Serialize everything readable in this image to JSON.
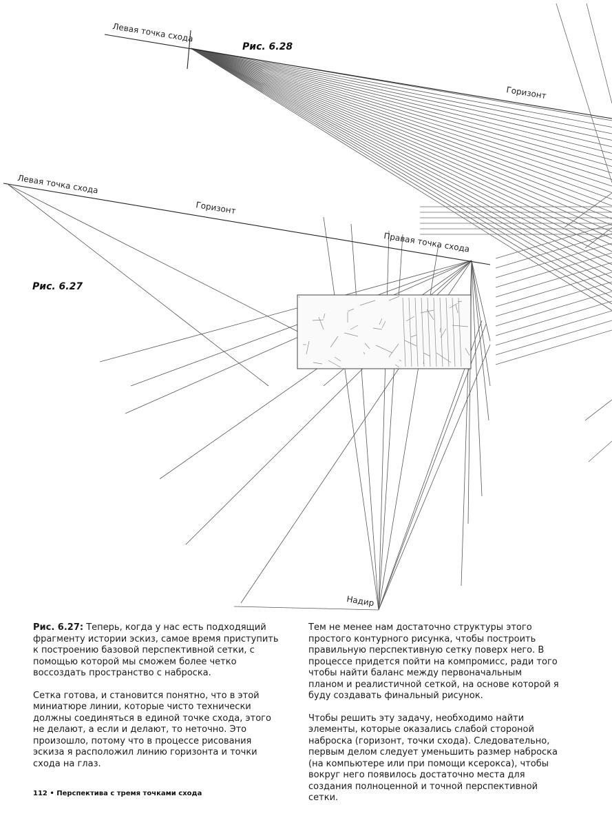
{
  "figure": {
    "fig_6_28_label": "Рис. 6.28",
    "fig_6_28_left_vp": "Левая точка схода",
    "fig_6_28_horizon": "Горизонт",
    "fig_6_27_label": "Рис. 6.27",
    "fig_6_27_left_vp": "Левая точка схода",
    "fig_6_27_horizon": "Горизонт",
    "fig_6_27_right_vp": "Правая точка схода",
    "fig_6_27_nadir": "Надир"
  },
  "text": {
    "left_col": {
      "p1_lead": "Рис. 6.27:",
      "p1_body": " Теперь, когда у нас есть подходящий фрагменту истории эскиз, самое время приступить к построению базовой перспективной сетки, с помощью которой мы сможем более четко воссоздать пространство с наброска.",
      "p2": "Сетка готова, и становится понятно, что в этой миниатюре линии, которые чисто технически должны соединяться в единой точке схода, этого не делают, а если и делают, то неточно. Это произошло, потому что в процессе рисования эскиза я расположил линию горизонта и точки схода на глаз."
    },
    "right_col": {
      "p1": "Тем не менее нам достаточно структуры этого простого контурного рисунка, чтобы построить правильную перспективную сетку поверх него. В процессе придется пойти на компромисс, ради того чтобы найти баланс между первоначальным планом и реалистичной сеткой, на основе которой я буду создавать финальный рисунок.",
      "p2": "Чтобы решить эту задачу, необходимо найти элементы, которые оказались слабой стороной наброска (горизонт, точки схода). Следовательно, первым делом следует уменьшить размер наброска (на компьютере или при помощи ксерокса), чтобы вокруг него появилось достаточно места для создания полноценной и точной перспективной сетки."
    }
  },
  "footer": {
    "page_number": "112",
    "separator": "•",
    "chapter": "Перспектива с тремя точками схода"
  }
}
